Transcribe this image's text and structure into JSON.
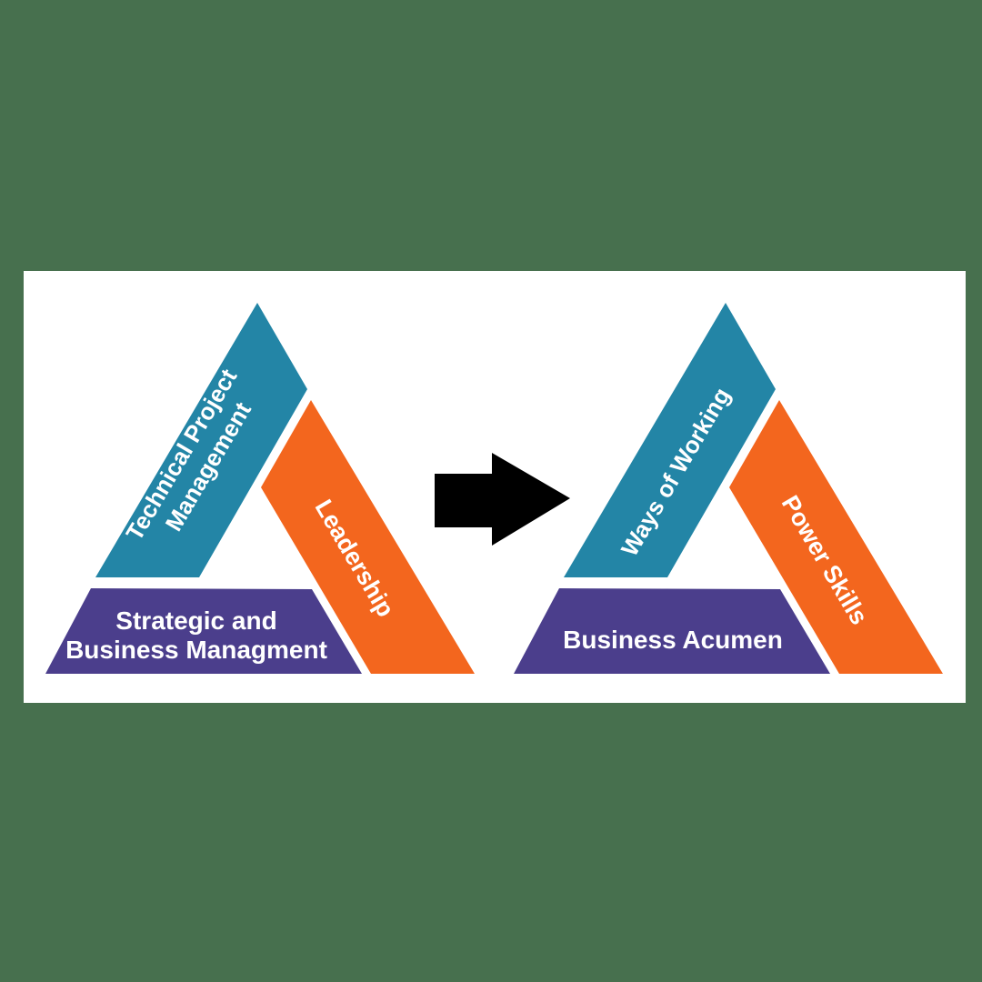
{
  "page": {
    "background_color": "#47704e"
  },
  "card": {
    "background_color": "#ffffff"
  },
  "colors": {
    "blue_band": "#2385a6",
    "orange_band": "#f3661e",
    "purple_band": "#4b3e8c",
    "arrow": "#000000",
    "label_text": "#ffffff"
  },
  "left_triangle": {
    "blue_band_line1": "Technical Project",
    "blue_band_line2": "Management",
    "orange_band_label": "Leadership",
    "purple_band_line1": "Strategic and",
    "purple_band_line2": "Business Managment"
  },
  "arrow": {
    "icon": "right-arrow"
  },
  "right_triangle": {
    "blue_band_label": "Ways of Working",
    "orange_band_label": "Power Skills",
    "purple_band_label": "Business Acumen"
  }
}
